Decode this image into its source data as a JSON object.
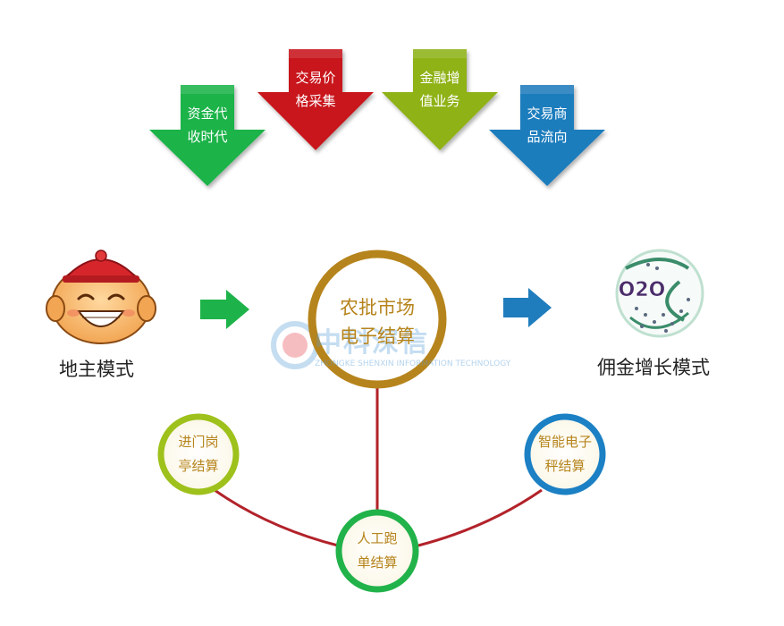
{
  "top_arrows": [
    {
      "line1": "资金代",
      "line2": "收时代",
      "color": "#1db34a"
    },
    {
      "line1": "交易价",
      "line2": "格采集",
      "color": "#c8161d"
    },
    {
      "line1": "金融增",
      "line2": "值业务",
      "color": "#8fb219"
    },
    {
      "line1": "交易商",
      "line2": "品流向",
      "color": "#1f7dbd"
    }
  ],
  "left_label": "地主模式",
  "right_label": "佣金增长模式",
  "center": {
    "line1": "农批市场",
    "line2": "电子结算"
  },
  "nodes": {
    "left": {
      "line1": "进门岗",
      "line2": "亭结算"
    },
    "bottom": {
      "line1": "人工跑",
      "line2": "单结算"
    },
    "right": {
      "line1": "智能电子",
      "line2": "秤结算"
    }
  },
  "o2o_logo": "O2O",
  "watermark": {
    "title": "中科深信",
    "subtitle": "ZHONGKE SHENXIN INFORMATION TECHNOLOGY"
  }
}
